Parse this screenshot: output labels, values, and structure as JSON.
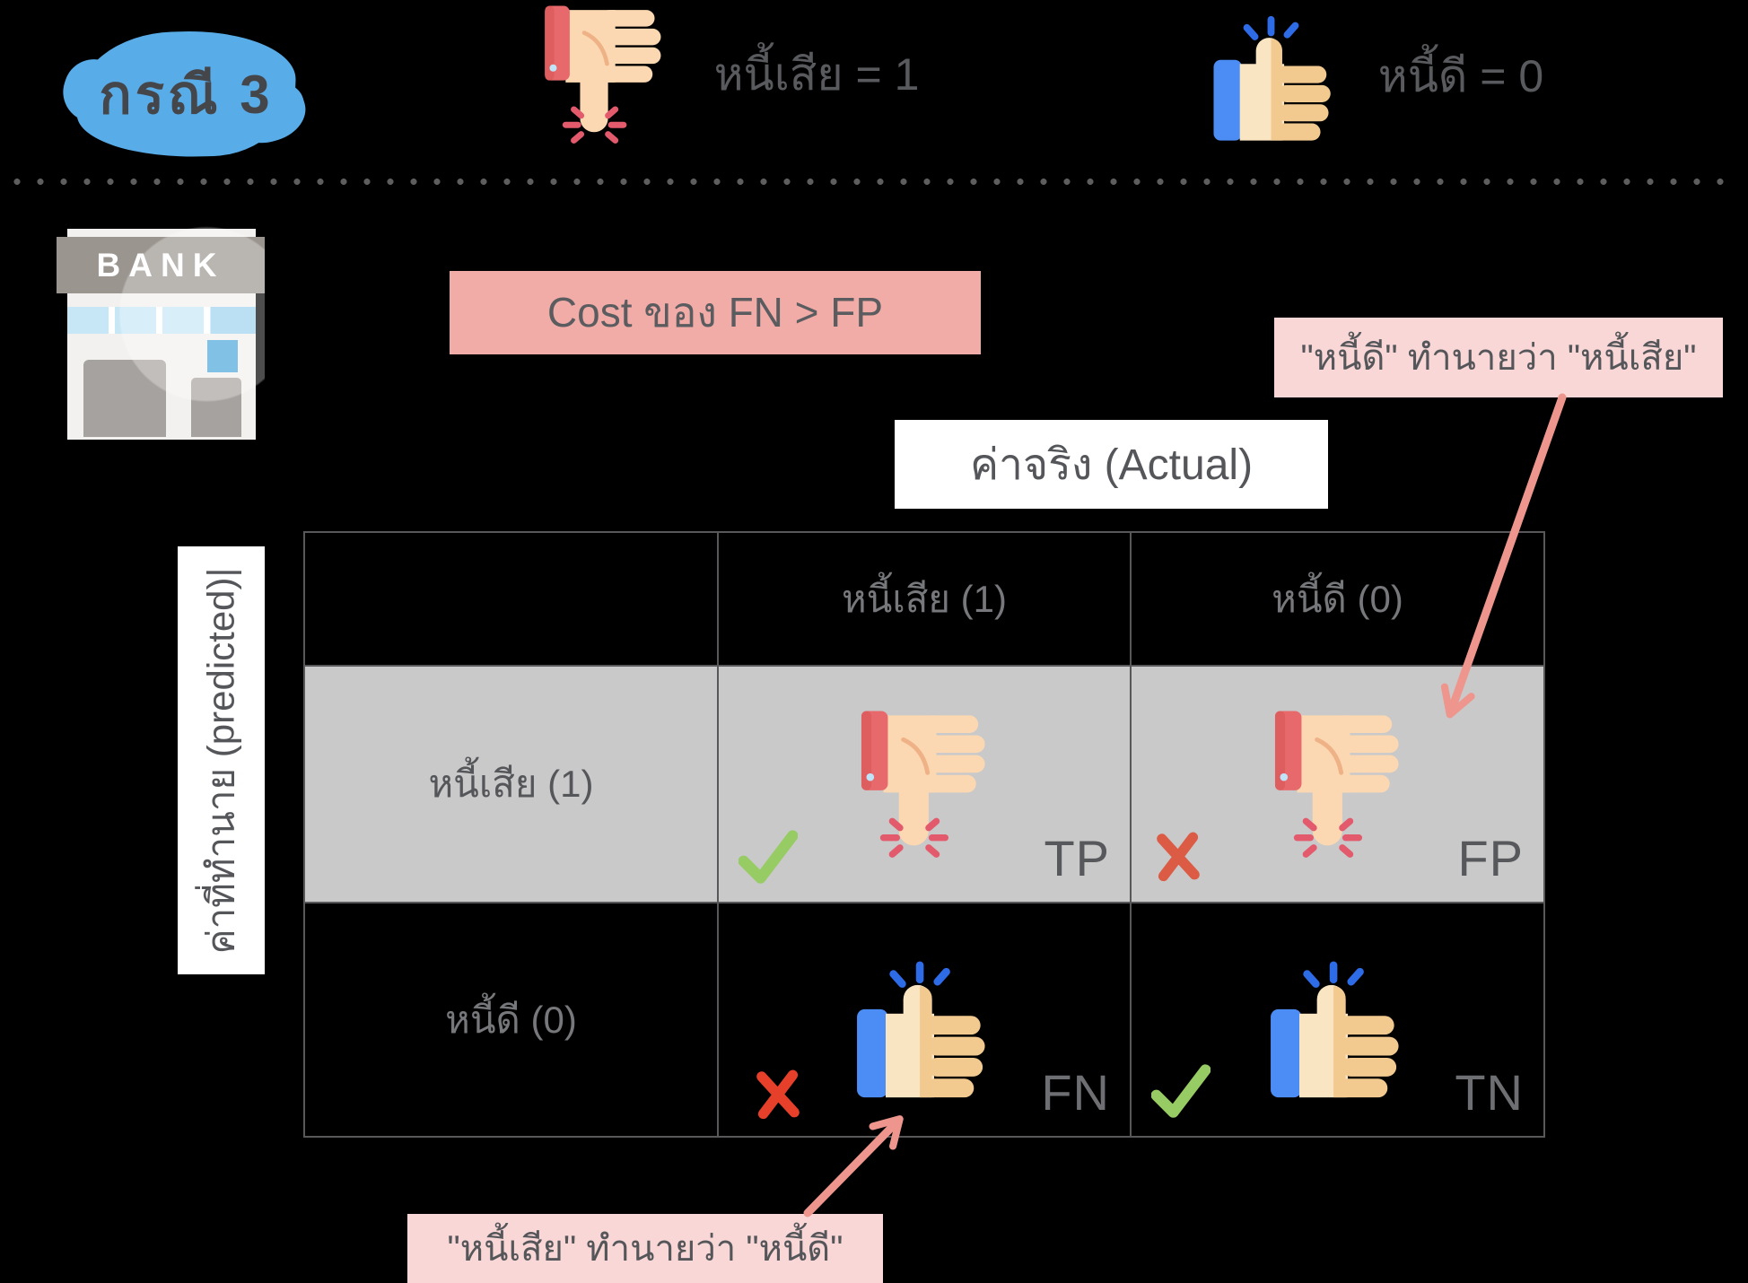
{
  "header": {
    "case_badge": {
      "label": "กรณี 3"
    },
    "bad_debt_label": "หนี้เสีย = 1",
    "good_debt_label": "หนี้ดี = 0"
  },
  "bank_icon": {
    "sign_label": "BANK"
  },
  "cost_note": {
    "label": "Cost ของ FN > FP"
  },
  "annotations": {
    "fp_note": {
      "label": "\"หนี้ดี\" ทำนายว่า \"หนี้เสีย\"",
      "points_to": "FP"
    },
    "fn_note": {
      "label": "\"หนี้เสีย\" ทำนายว่า \"หนี้ดี\"",
      "points_to": "FN"
    }
  },
  "matrix": {
    "actual_axis_label": "ค่าจริง (Actual)",
    "predicted_axis_label": "ค่าที่ทำนาย (predicted)|",
    "column_headers": [
      "หนี้เสีย (1)",
      "หนี้ดี (0)"
    ],
    "row_headers": [
      "หนี้เสีย (1)",
      "หนี้ดี (0)"
    ],
    "cells": [
      {
        "id": "TP",
        "label": "TP",
        "mark": "check",
        "icon": "thumbs-down-icon"
      },
      {
        "id": "FP",
        "label": "FP",
        "mark": "cross",
        "icon": "thumbs-down-icon"
      },
      {
        "id": "FN",
        "label": "FN",
        "mark": "cross",
        "icon": "thumbs-up-icon"
      },
      {
        "id": "TN",
        "label": "TN",
        "mark": "check",
        "icon": "thumbs-up-icon"
      }
    ]
  },
  "colors": {
    "background": "#000000",
    "badge_blue": "#58ACE8",
    "cost_box_pink": "#F2ACA8",
    "note_pink": "#F8D7D6",
    "arrow_salmon": "#EE968D",
    "highlight_row_gray": "#C9C9C9",
    "check_green": "#97CB64",
    "cross_red_on_gray": "#DC5B45",
    "cross_red_on_black": "#E6402B",
    "thumb_down_cuff_red": "#E8696B",
    "thumb_up_cuff_blue": "#4C8DF5"
  }
}
